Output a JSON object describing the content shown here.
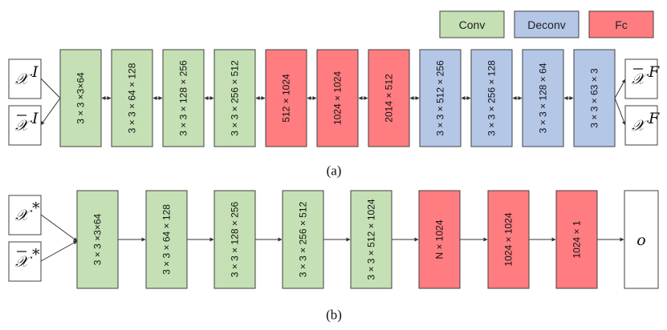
{
  "colors": {
    "conv": "#c5e0b4",
    "deconv": "#b4c7e7",
    "fc": "#ff7c80",
    "io": "#ffffff",
    "stroke": "#404040",
    "line": "#333333"
  },
  "legend": [
    {
      "label": "Conv",
      "kind": "conv"
    },
    {
      "label": "Deconv",
      "kind": "deconv"
    },
    {
      "label": "Fc",
      "kind": "fc"
    }
  ],
  "panel_a": {
    "caption": "(a)",
    "inputs": [
      {
        "base": "𝒳",
        "bar": false,
        "sup": "I"
      },
      {
        "base": "𝒳",
        "bar": true,
        "sup": "I"
      }
    ],
    "layers": [
      {
        "label": "3 × 3 ×3×64",
        "kind": "conv"
      },
      {
        "label": "3 × 3 × 64 × 128",
        "kind": "conv"
      },
      {
        "label": "3 × 3 × 128 × 256",
        "kind": "conv"
      },
      {
        "label": "3 × 3 × 256 × 512",
        "kind": "conv"
      },
      {
        "label": "512 × 1024",
        "kind": "fc"
      },
      {
        "label": "1024 × 1024",
        "kind": "fc"
      },
      {
        "label": "2014 × 512",
        "kind": "fc"
      },
      {
        "label": "3 × 3 × 512 × 256",
        "kind": "deconv"
      },
      {
        "label": "3 × 3 × 256 × 128",
        "kind": "deconv"
      },
      {
        "label": "3 × 3 × 128 × 64",
        "kind": "deconv"
      },
      {
        "label": "3 × 3 × 63 × 3",
        "kind": "deconv"
      }
    ],
    "outputs": [
      {
        "base": "𝒳",
        "bar": true,
        "sup": "F"
      },
      {
        "base": "𝒳",
        "bar": false,
        "sup": "F"
      }
    ]
  },
  "panel_b": {
    "caption": "(b)",
    "inputs": [
      {
        "base": "𝒳",
        "bar": false,
        "sup": "*"
      },
      {
        "base": "𝒳",
        "bar": true,
        "sup": "*"
      }
    ],
    "layers": [
      {
        "label": "3 × 3 ×3×64",
        "kind": "conv"
      },
      {
        "label": "3 × 3 × 64 × 128",
        "kind": "conv"
      },
      {
        "label": "3 × 3 × 128 × 256",
        "kind": "conv"
      },
      {
        "label": "3 × 3 × 256 × 512",
        "kind": "conv"
      },
      {
        "label": "3 × 3 × 512 × 1024",
        "kind": "conv"
      },
      {
        "label": "N × 1024",
        "kind": "fc"
      },
      {
        "label": "1024 × 1024",
        "kind": "fc"
      },
      {
        "label": "1024 × 1",
        "kind": "fc"
      }
    ],
    "output": {
      "label": "o"
    }
  }
}
